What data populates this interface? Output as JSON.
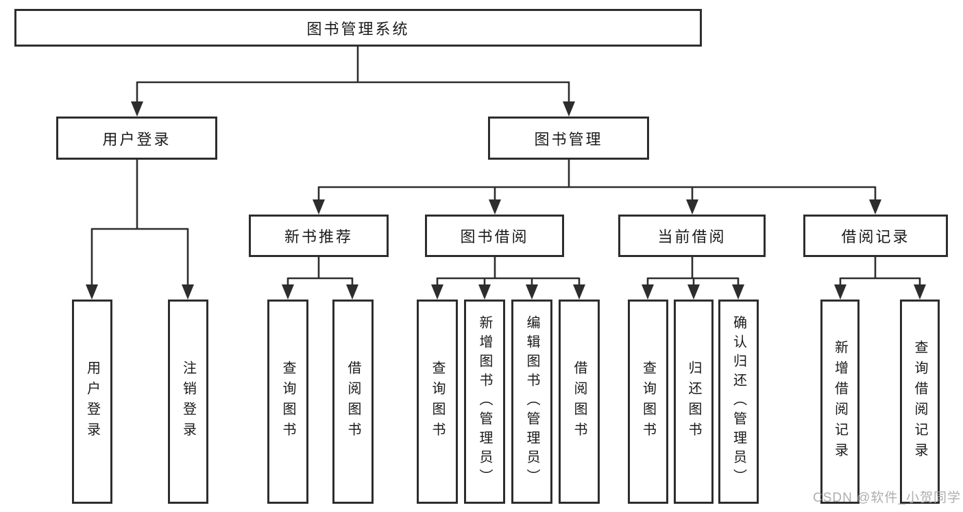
{
  "tree": {
    "label": "图书管理系统",
    "children": [
      {
        "label": "用户登录",
        "children": [
          {
            "label": "用户登录"
          },
          {
            "label": "注销登录"
          }
        ]
      },
      {
        "label": "图书管理",
        "children": [
          {
            "label": "新书推荐",
            "children": [
              {
                "label": "查询图书"
              },
              {
                "label": "借阅图书"
              }
            ]
          },
          {
            "label": "图书借阅",
            "children": [
              {
                "label": "查询图书"
              },
              {
                "label": "新增图书（管理员）"
              },
              {
                "label": "编辑图书（管理员）"
              },
              {
                "label": "借阅图书"
              }
            ]
          },
          {
            "label": "当前借阅",
            "children": [
              {
                "label": "查询图书"
              },
              {
                "label": "归还图书"
              },
              {
                "label": "确认归还（管理员）"
              }
            ]
          },
          {
            "label": "借阅记录",
            "children": [
              {
                "label": "新增借阅记录"
              },
              {
                "label": "查询借阅记录"
              }
            ]
          }
        ]
      }
    ]
  },
  "watermark": "CSDN @软件_小贺同学",
  "colors": {
    "line": "#2d2d2d",
    "box_border": "#2d2d2d",
    "text": "#1a1a1a",
    "watermark": "#a6a6a6",
    "background": "#ffffff"
  }
}
